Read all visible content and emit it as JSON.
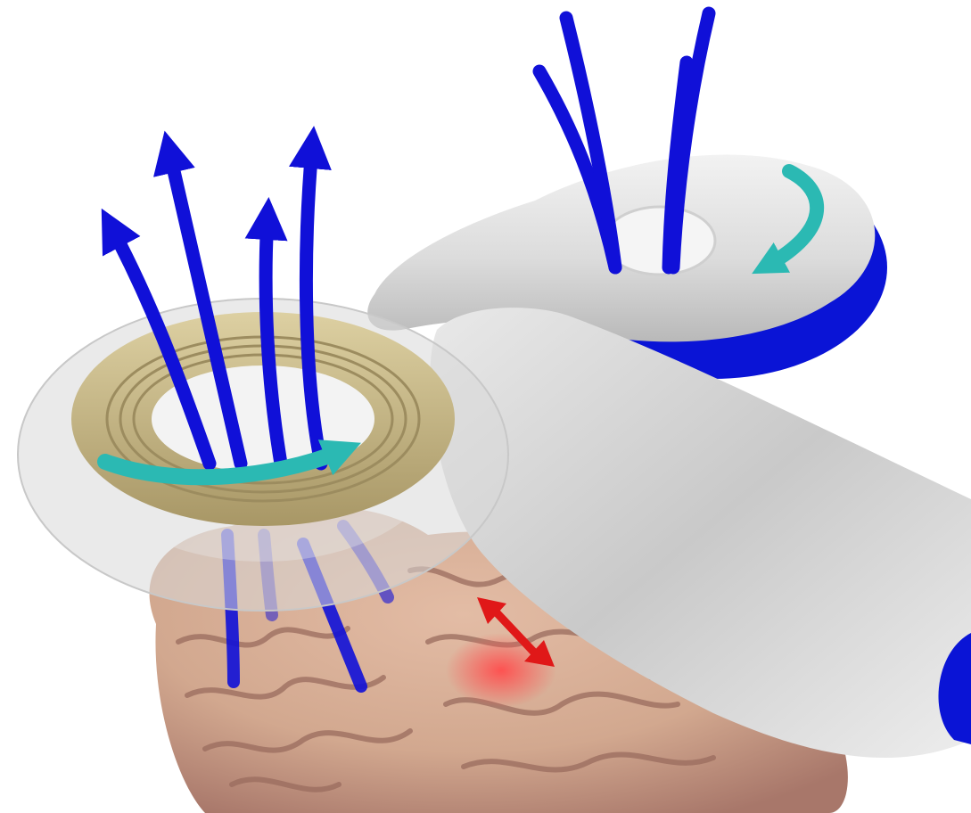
{
  "figure": {
    "colors": {
      "background": "#ffffff",
      "brain": "#d2a88f",
      "brain_shadow": "#a8776a",
      "coil_housing": "#e4e4e4",
      "coil_housing_shadow": "#b9b9b9",
      "coil_winding": "#c8b887",
      "magnetic_field_lines": "#1010d8",
      "coil_current_arrow": "#2bb9b3",
      "induced_current_arrow": "#e01818",
      "induced_hotspot": "#ff4d4d",
      "cable_end": "#0a14d6"
    },
    "parts": [
      "brain-cortex",
      "tms-figure-eight-coil",
      "transparent-coil-wing",
      "copper-winding",
      "magnetic-field-lines",
      "coil-current-arrows",
      "induced-electric-field-arrow"
    ]
  }
}
